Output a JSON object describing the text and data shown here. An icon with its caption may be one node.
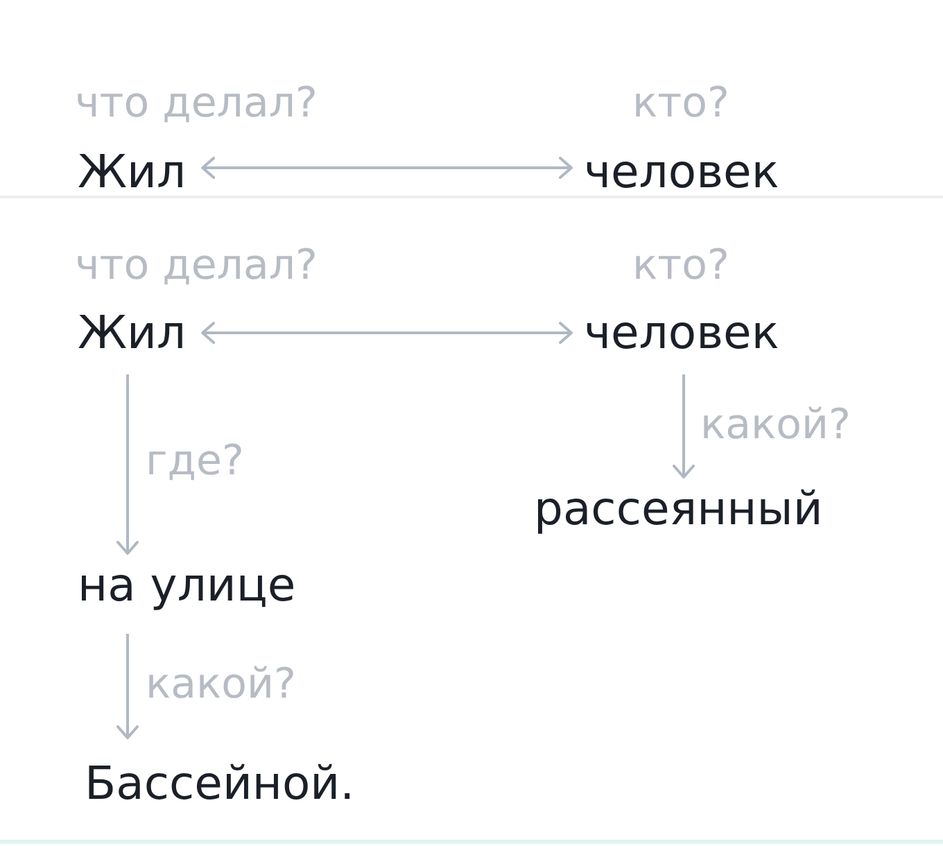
{
  "diagram": {
    "nodes": [
      {
        "text": [
          "Жил"
        ],
        "beside": [
          "что делал?"
        ]
      },
      {
        "text": [
          "человек"
        ],
        "beside": [
          "кто?"
        ]
      },
      {
        "text": [
          "Жил"
        ],
        "beside": [
          "что делал?"
        ]
      },
      {
        "text": [
          "человек"
        ],
        "beside": [
          "кто?"
        ]
      },
      {
        "text": [
          "рассеянный"
        ]
      },
      {
        "text": [
          "на улице"
        ]
      },
      {
        "text": [
          "Бассейной."
        ]
      }
    ],
    "edges": [
      {
        "from": 0,
        "to": 1,
        "arrow": "both"
      },
      {
        "from": 2,
        "to": 3,
        "arrow": "both"
      },
      {
        "from": 2,
        "to": 5,
        "arrow": "to",
        "label": "где?"
      },
      {
        "from": 3,
        "to": 4,
        "arrow": "to",
        "label": "какой?"
      },
      {
        "from": 5,
        "to": 6,
        "arrow": "to",
        "label": "какой?"
      }
    ]
  }
}
